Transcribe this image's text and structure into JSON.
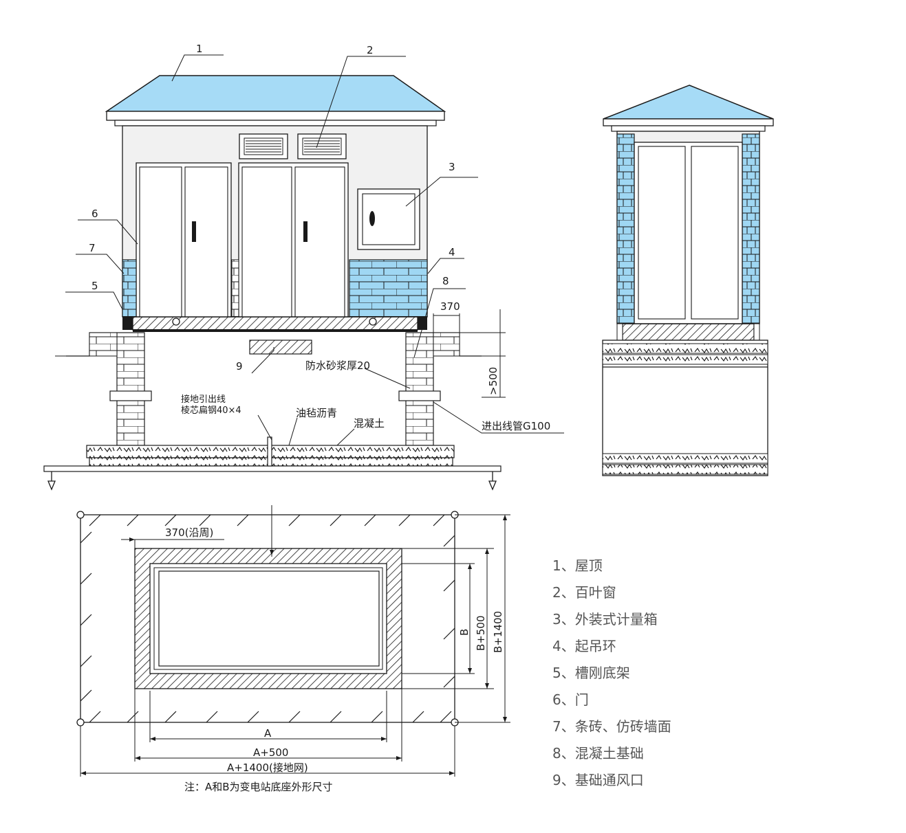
{
  "colors": {
    "roof": "#a6dbf6",
    "brick": "#9fd7f3",
    "wall": "#f1f1f1",
    "line": "#1a1a1a",
    "legend_text": "#555555"
  },
  "callouts": [
    "1",
    "2",
    "3",
    "4",
    "5",
    "6",
    "7",
    "8",
    "9"
  ],
  "front_view": {
    "dim_370": "370",
    "dim_500": ">500",
    "waterproof_mortar": "防水砂浆厚20",
    "grounding_lead_1": "接地引出线",
    "grounding_lead_2": "棱芯扁钢40×4",
    "asphalt_felt": "油毡沥青",
    "concrete": "混凝土",
    "cable_duct": "进出线管G100"
  },
  "plan_view": {
    "perimeter": "370(沿周)",
    "dim_b": "B",
    "dim_b500": "B+500",
    "dim_b1400": "B+1400",
    "dim_a": "A",
    "dim_a500": "A+500",
    "dim_a1400": "A+1400(接地网)",
    "note": "注：A和B为变电站底座外形尺寸"
  },
  "legend": [
    "1、屋顶",
    "2、百叶窗",
    "3、外装式计量箱",
    "4、起吊环",
    "5、槽刚底架",
    "6、门",
    "7、条砖、仿砖墙面",
    "8、混凝土基础",
    "9、基础通风口"
  ]
}
